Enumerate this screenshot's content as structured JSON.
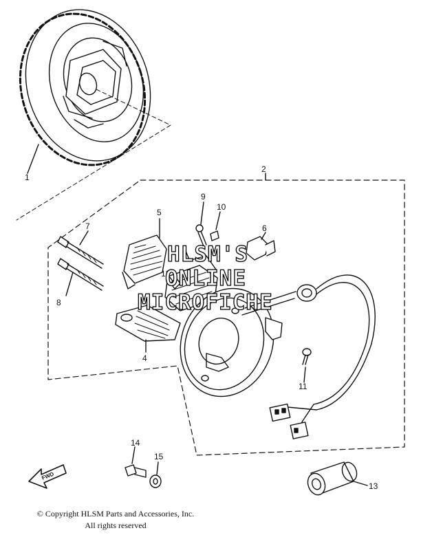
{
  "callouts": [
    {
      "id": "1",
      "label": "1"
    },
    {
      "id": "2",
      "label": "2"
    },
    {
      "id": "4",
      "label": "4"
    },
    {
      "id": "5",
      "label": "5"
    },
    {
      "id": "6",
      "label": "6"
    },
    {
      "id": "7",
      "label": "7"
    },
    {
      "id": "8",
      "label": "8"
    },
    {
      "id": "9",
      "label": "9"
    },
    {
      "id": "10",
      "label": "10"
    },
    {
      "id": "11",
      "label": "11"
    },
    {
      "id": "12",
      "label": "12"
    },
    {
      "id": "13",
      "label": "13"
    },
    {
      "id": "14",
      "label": "14"
    },
    {
      "id": "15",
      "label": "15"
    }
  ],
  "fwd_label": "FWD",
  "watermark": {
    "line1": "HLSM'S",
    "line2": "ONLINE",
    "line3": "MICROFICHE"
  },
  "copyright": {
    "line1": "© Copyright HLSM Parts and Accessories, Inc.",
    "line2": "All rights reserved"
  },
  "colors": {
    "ink": "#111111",
    "paper": "#ffffff"
  }
}
